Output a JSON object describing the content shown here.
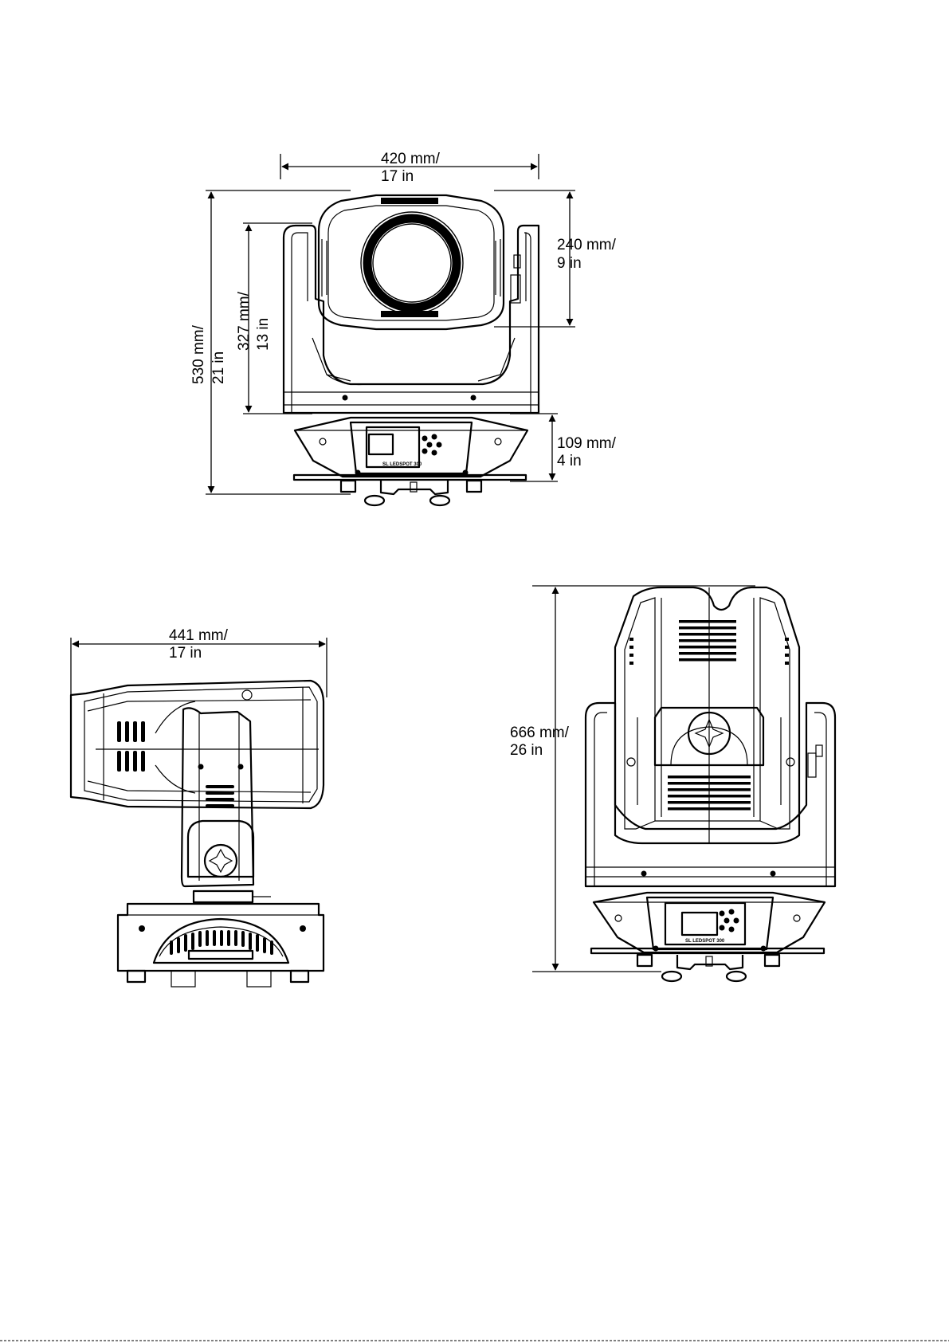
{
  "top_view": {
    "width_mm": "420 mm/",
    "width_in": "17 in",
    "height_mm": "530 mm/",
    "height_in": "21 in",
    "yoke_mm": "327 mm/",
    "yoke_in": "13 in",
    "head_mm": "240 mm/",
    "head_in": "9 in",
    "base_mm": "109 mm/",
    "base_in": "4 in",
    "model_label": "SL LEDSPOT 300"
  },
  "side_view": {
    "length_mm": "441 mm/",
    "length_in": "17 in"
  },
  "back_view": {
    "height_mm": "666 mm/",
    "height_in": "26 in",
    "model_label": "SL LEDSPOT 300"
  }
}
